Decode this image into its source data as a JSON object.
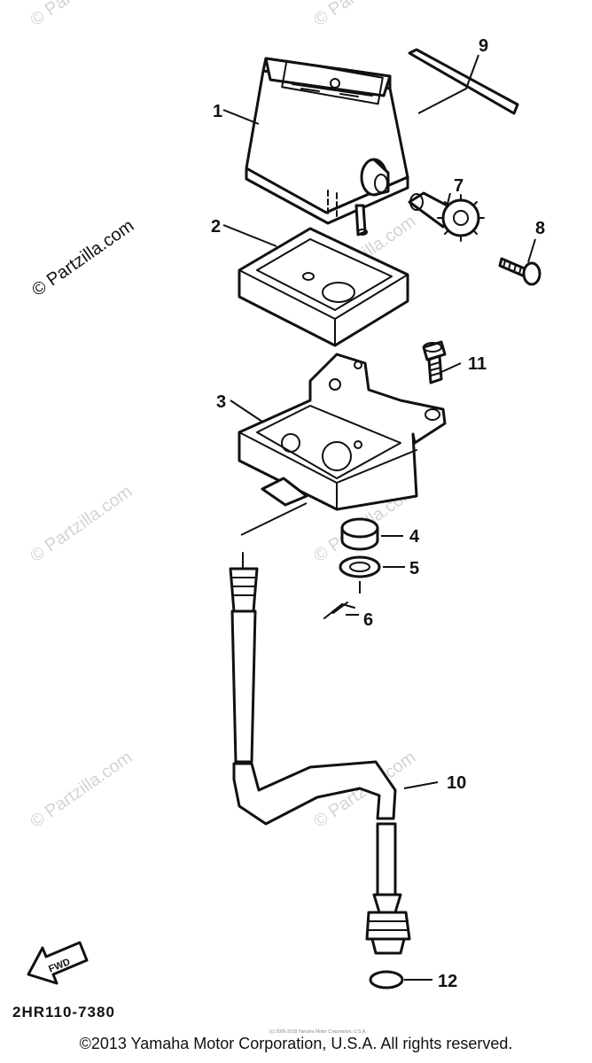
{
  "watermark": "© Partzilla.com",
  "callouts": [
    "1",
    "2",
    "3",
    "4",
    "5",
    "6",
    "7",
    "8",
    "9",
    "10",
    "11",
    "12"
  ],
  "diagram_code": "2HR110-7380",
  "fwd_label": "FWD",
  "fine_print": "(c) 2005-2018 Yamaha Motor Corporation, U.S.A.",
  "copyright": "©2013 Yamaha Motor Corporation, U.S.A. All rights reserved."
}
